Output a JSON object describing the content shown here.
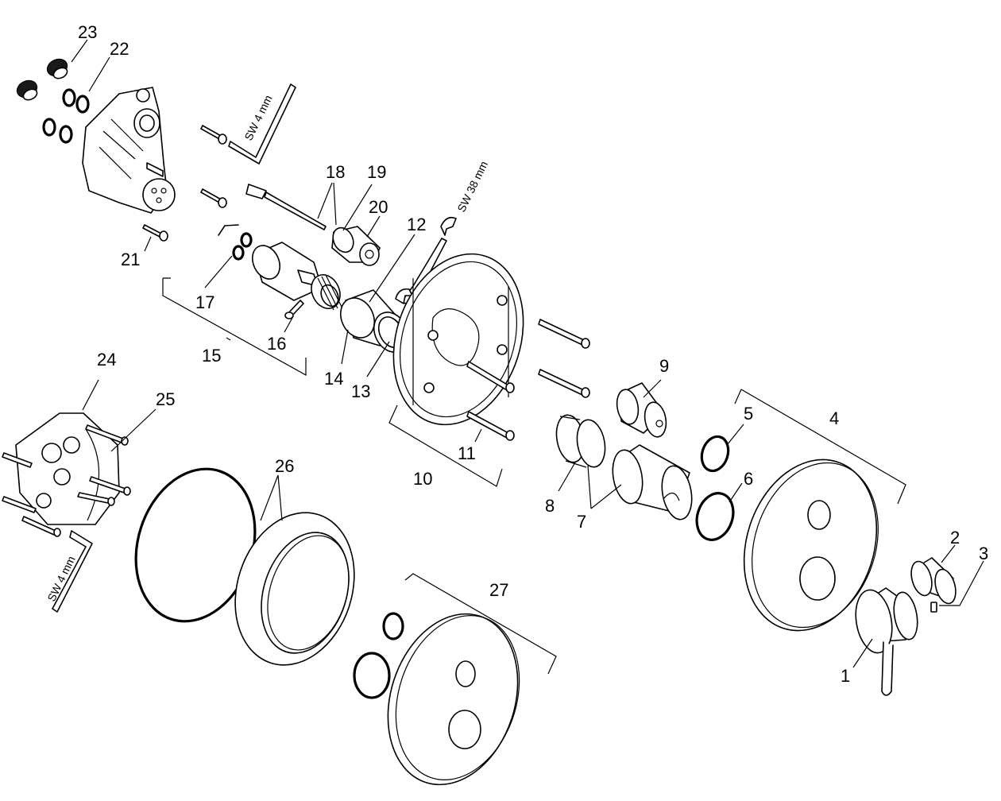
{
  "callouts": [
    {
      "id": "1",
      "text": "1"
    },
    {
      "id": "2",
      "text": "2"
    },
    {
      "id": "3",
      "text": "3"
    },
    {
      "id": "4",
      "text": "4"
    },
    {
      "id": "5",
      "text": "5"
    },
    {
      "id": "6",
      "text": "6"
    },
    {
      "id": "7",
      "text": "7"
    },
    {
      "id": "8",
      "text": "8"
    },
    {
      "id": "9",
      "text": "9"
    },
    {
      "id": "10",
      "text": "10"
    },
    {
      "id": "11",
      "text": "11"
    },
    {
      "id": "12",
      "text": "12"
    },
    {
      "id": "13",
      "text": "13"
    },
    {
      "id": "14",
      "text": "14"
    },
    {
      "id": "15",
      "text": "15"
    },
    {
      "id": "16",
      "text": "16"
    },
    {
      "id": "17",
      "text": "17"
    },
    {
      "id": "18",
      "text": "18"
    },
    {
      "id": "19",
      "text": "19"
    },
    {
      "id": "20",
      "text": "20"
    },
    {
      "id": "21",
      "text": "21"
    },
    {
      "id": "22",
      "text": "22"
    },
    {
      "id": "23",
      "text": "23"
    },
    {
      "id": "24",
      "text": "24"
    },
    {
      "id": "25",
      "text": "25"
    },
    {
      "id": "26",
      "text": "26"
    },
    {
      "id": "27",
      "text": "27"
    }
  ],
  "tools": {
    "hex_key_top": "SW 4 mm",
    "hex_key_bottom": "SW 4 mm",
    "wrench": "SW 38 mm"
  },
  "colors": {
    "line": "#000000",
    "background": "#ffffff"
  }
}
